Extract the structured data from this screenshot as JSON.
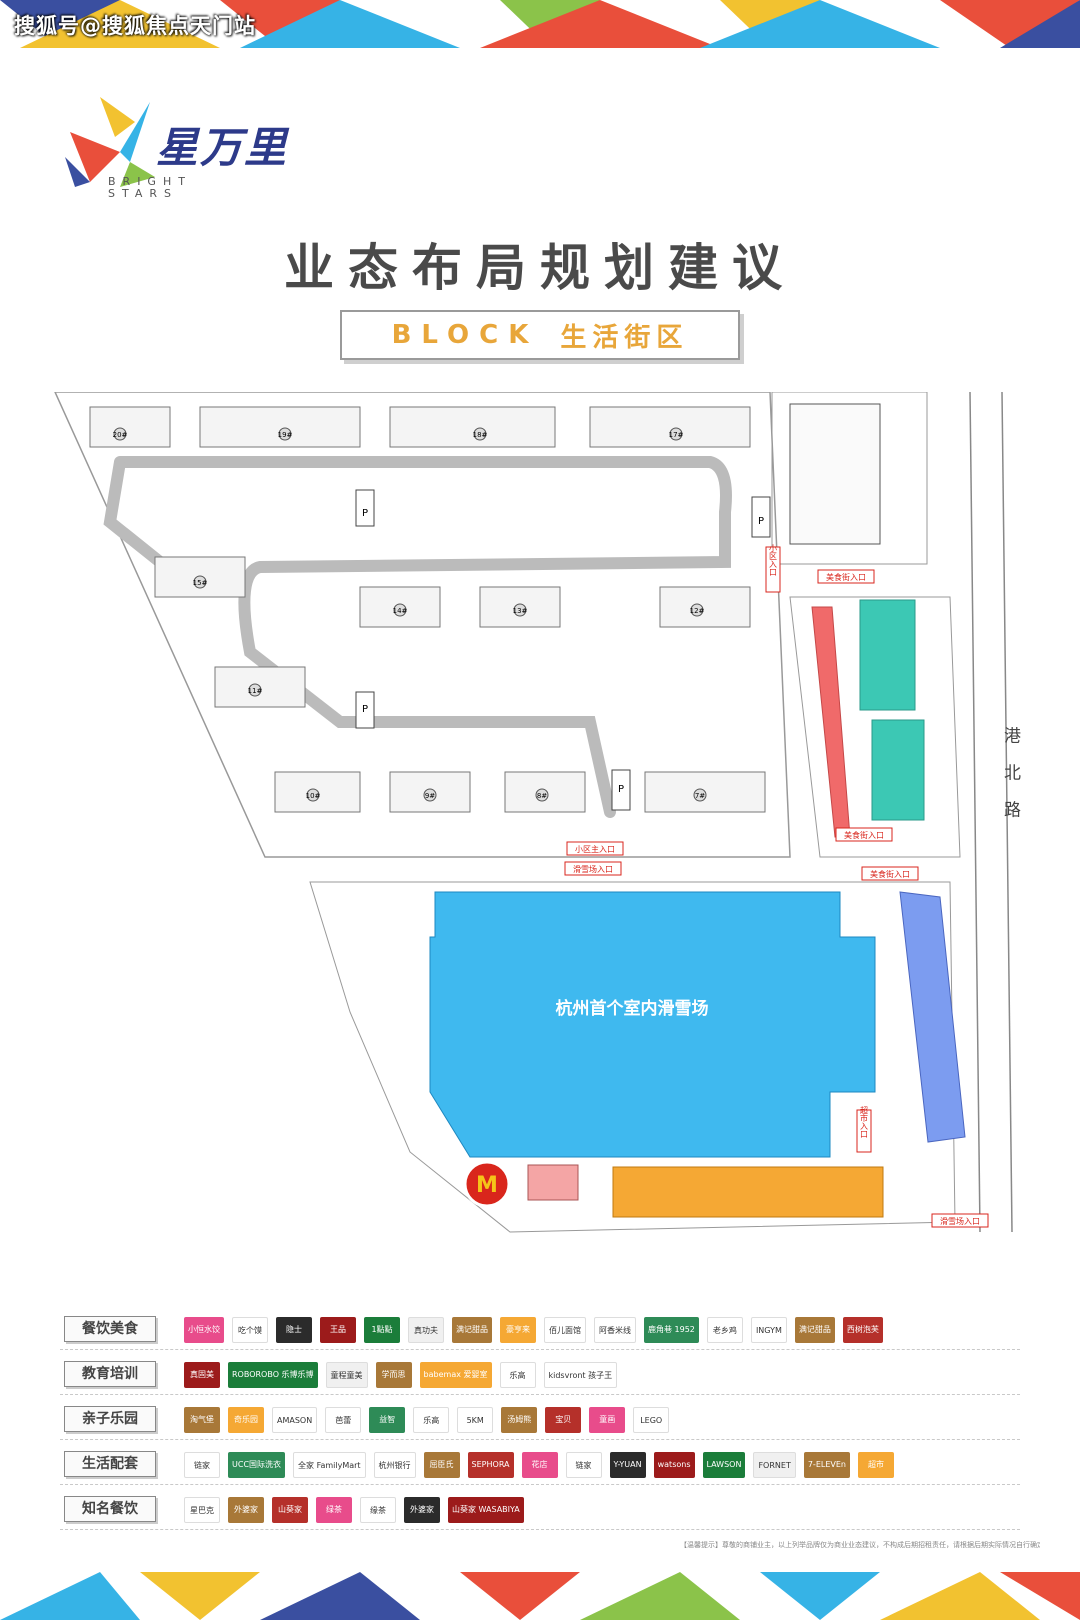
{
  "watermark": "搜狐号@搜狐焦点天门站",
  "logo": {
    "name": "星万里",
    "en": "BRIGHT STARS"
  },
  "title": "业态布局规划建议",
  "subtitle": {
    "en": "BLOCK",
    "cn": "生活街区"
  },
  "map": {
    "buildings": [
      "20#",
      "19#",
      "18#",
      "17#",
      "15#",
      "14#",
      "13#",
      "12#",
      "11#",
      "10#",
      "9#",
      "8#",
      "7#"
    ],
    "parking": "P",
    "labels": {
      "community_entrance": "小区入口",
      "community_main_entrance": "小区主入口",
      "food_street_entrance_top": "美食街入口",
      "food_street_entrance_bottom": "美食街入口",
      "food_street_entrance_mall": "美食街入口",
      "ski_entrance_top": "滑雪场入口",
      "ski_entrance_bottom": "滑雪场入口",
      "supermarket_entrance": "超市入口",
      "ski_resort": "杭州首个室内滑雪场",
      "road": "港北路"
    },
    "colors": {
      "ski": "#3fb9ef",
      "red_block": "#f06a6a",
      "teal_block": "#3cc8b4",
      "blue_block": "#7c9cf0",
      "orange_block": "#f5a834",
      "mcd": "#d9261c"
    }
  },
  "categories": [
    {
      "label": "餐饮美食",
      "brands": [
        "小恒水饺",
        "吃个馍",
        "隐士",
        "王品",
        "1點點",
        "真功夫",
        "满记甜品",
        "豪亨来",
        "佰儿面馆",
        "阿香米线",
        "鹿角巷 1952",
        "老乡鸡",
        "INGYM",
        "满记甜品",
        "西树泡芙"
      ]
    },
    {
      "label": "教育培训",
      "brands": [
        "真固美",
        "ROBOROBO 乐博乐博",
        "童程童美",
        "学而思",
        "babemax 爱婴室",
        "乐高",
        "kidsvront 孩子王"
      ]
    },
    {
      "label": "亲子乐园",
      "brands": [
        "淘气堡",
        "奇乐园",
        "AMASON",
        "芭蕾",
        "益智",
        "乐高",
        "5KM",
        "汤姆熊",
        "宝贝",
        "童画",
        "LEGO"
      ]
    },
    {
      "label": "生活配套",
      "brands": [
        "链家",
        "UCC国际洗衣",
        "全家 FamilyMart",
        "杭州银行",
        "屈臣氏",
        "SEPHORA",
        "花店",
        "链家",
        "Y-YUAN",
        "watsons",
        "LAWSON",
        "FORNET",
        "7-ELEVEn",
        "超市"
      ]
    },
    {
      "label": "知名餐饮",
      "brands": [
        "星巴克",
        "外婆家",
        "山葵家",
        "绿茶",
        "缘茶",
        "外婆家",
        "山葵家 WASABIYA"
      ]
    }
  ],
  "note": "【温馨提示】尊敬的商铺业主，以上列举品牌仅为商业业态建议，不构成后期招租责任，请根据后期实际情况自行确定招租品牌。"
}
